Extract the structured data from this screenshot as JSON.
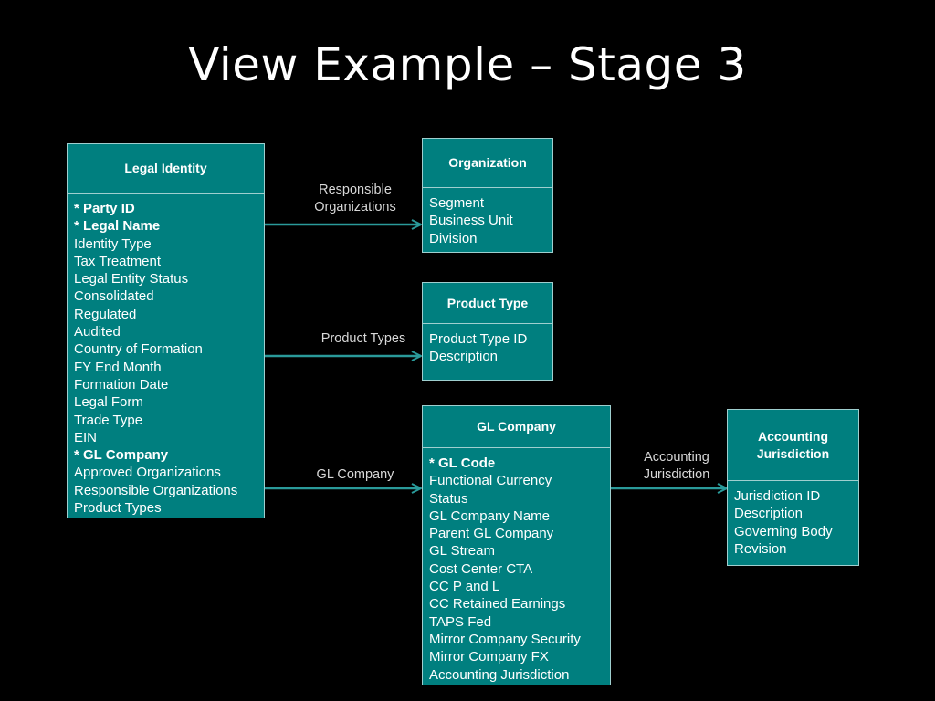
{
  "title": "View Example – Stage 3",
  "colors": {
    "background": "#000000",
    "entity_fill": "#007f7f",
    "entity_border": "#9fcfcf",
    "connector": "#2a9a9a",
    "title_text": "#ffffff",
    "label_text": "#d8d8d8"
  },
  "entities": {
    "legal_identity": {
      "name": "Legal Identity",
      "attributes": [
        {
          "text": "* Party ID",
          "key": true
        },
        {
          "text": "* Legal Name",
          "key": true
        },
        {
          "text": "Identity Type",
          "key": false
        },
        {
          "text": "Tax Treatment",
          "key": false
        },
        {
          "text": "Legal Entity Status",
          "key": false
        },
        {
          "text": "Consolidated",
          "key": false
        },
        {
          "text": "Regulated",
          "key": false
        },
        {
          "text": "Audited",
          "key": false
        },
        {
          "text": "Country of Formation",
          "key": false
        },
        {
          "text": "FY End Month",
          "key": false
        },
        {
          "text": "Formation Date",
          "key": false
        },
        {
          "text": "Legal Form",
          "key": false
        },
        {
          "text": "Trade Type",
          "key": false
        },
        {
          "text": "EIN",
          "key": false
        },
        {
          "text": "* GL Company",
          "key": true
        },
        {
          "text": "Approved Organizations",
          "key": false
        },
        {
          "text": "Responsible Organizations",
          "key": false
        },
        {
          "text": "Product Types",
          "key": false
        }
      ]
    },
    "organization": {
      "name": "Organization",
      "attributes": [
        {
          "text": "Segment",
          "key": false
        },
        {
          "text": "Business Unit",
          "key": false
        },
        {
          "text": "Division",
          "key": false
        }
      ]
    },
    "product_type": {
      "name": "Product Type",
      "attributes": [
        {
          "text": "Product Type ID",
          "key": false
        },
        {
          "text": "Description",
          "key": false
        }
      ]
    },
    "gl_company": {
      "name": "GL Company",
      "attributes": [
        {
          "text": "* GL Code",
          "key": true
        },
        {
          "text": "Functional Currency",
          "key": false
        },
        {
          "text": "Status",
          "key": false
        },
        {
          "text": "GL Company Name",
          "key": false
        },
        {
          "text": "Parent GL Company",
          "key": false
        },
        {
          "text": "GL Stream",
          "key": false
        },
        {
          "text": "Cost Center CTA",
          "key": false
        },
        {
          "text": "CC P and L",
          "key": false
        },
        {
          "text": "CC Retained Earnings",
          "key": false
        },
        {
          "text": "TAPS Fed",
          "key": false
        },
        {
          "text": "Mirror Company Security",
          "key": false
        },
        {
          "text": "Mirror Company FX",
          "key": false
        },
        {
          "text": "Accounting Jurisdiction",
          "key": false
        }
      ]
    },
    "accounting_jurisdiction": {
      "name": "Accounting Jurisdiction",
      "attributes": [
        {
          "text": "Jurisdiction ID",
          "key": false
        },
        {
          "text": "Description",
          "key": false
        },
        {
          "text": "Governing Body",
          "key": false
        },
        {
          "text": "Revision",
          "key": false
        }
      ]
    }
  },
  "relationships": [
    {
      "from": "Legal Identity",
      "to": "Organization",
      "label": "Responsible Organizations"
    },
    {
      "from": "Legal Identity",
      "to": "Product Type",
      "label": "Product Types"
    },
    {
      "from": "Legal Identity",
      "to": "GL Company",
      "label": "GL Company"
    },
    {
      "from": "GL Company",
      "to": "Accounting Jurisdiction",
      "label": "Accounting Jurisdiction"
    }
  ]
}
